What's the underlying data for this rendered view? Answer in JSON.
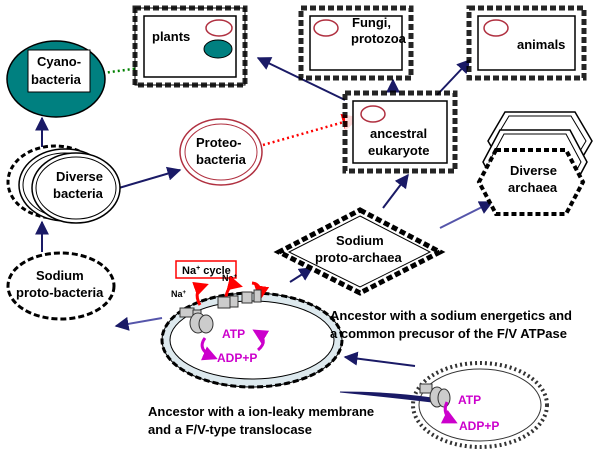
{
  "nodes": {
    "plants": {
      "label": "plants"
    },
    "fungi": {
      "line1": "Fungi,",
      "line2": "protozoa"
    },
    "animals": {
      "label": "animals"
    },
    "cyanobacteria": {
      "line1": "Cyano-",
      "line2": "bacteria"
    },
    "ancestral_eukaryote": {
      "line1": "ancestral",
      "line2": "eukaryote"
    },
    "proteobacteria": {
      "line1": "Proteo-",
      "line2": "bacteria"
    },
    "diverse_bacteria": {
      "line1": "Diverse",
      "line2": "bacteria"
    },
    "diverse_archaea": {
      "line1": "Diverse",
      "line2": "archaea"
    },
    "sodium_proto_archaea": {
      "line1": "Sodium",
      "line2": "proto-archaea"
    },
    "sodium_proto_bacteria": {
      "line1": "Sodium",
      "line2": "proto-bacteria"
    }
  },
  "ancestor_sodium": {
    "na_cycle": "Na",
    "na_cycle_suffix": " cycle",
    "na_ion": "Na",
    "plus": "+",
    "atp": "ATP",
    "adp": "ADP+P",
    "caption_line1": "Ancestor with a sodium energetics and",
    "caption_line2": "a common precusor of the F/V ATPase"
  },
  "ancestor_leaky": {
    "atp": "ATP",
    "adp": "ADP+P",
    "caption_line1": "Ancestor with a ion-leaky membrane",
    "caption_line2": "and a F/V-type translocase"
  },
  "colors": {
    "arrow": "#1a1a66",
    "teal": "#008080",
    "magenta": "#cc00cc",
    "red": "#ff0000",
    "green_dotted": "#008000",
    "membrane_fill": "#dde9ee"
  }
}
